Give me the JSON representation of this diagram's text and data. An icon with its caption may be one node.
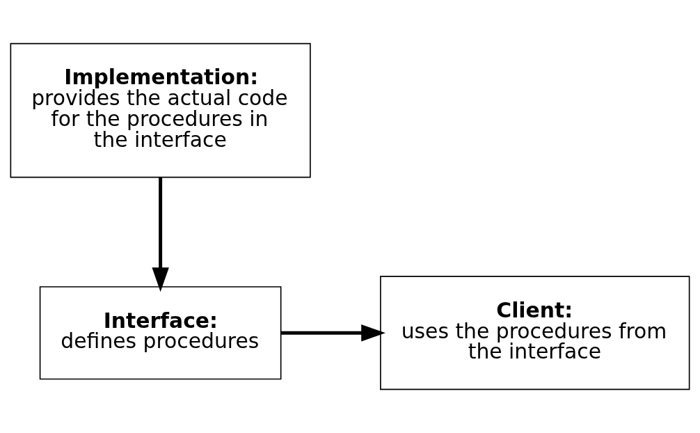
{
  "diagram": {
    "nodes": [
      {
        "text": [
          "Interface:",
          "defines procedures"
        ]
      },
      {
        "text": [
          "Client:",
          "uses the procedures from the interface"
        ]
      },
      {
        "text": [
          "Implementation:",
          "provides the actual code for the procedures in the interface"
        ]
      }
    ],
    "edges": [
      {
        "from": 0,
        "to": 1,
        "arrow": "to"
      },
      {
        "from": 2,
        "to": 0,
        "arrow": "to"
      }
    ]
  }
}
